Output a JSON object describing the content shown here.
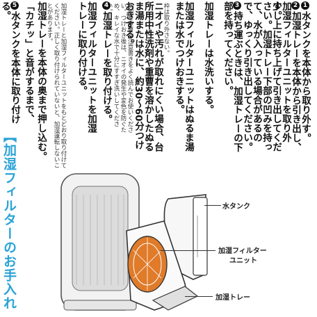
{
  "title": "【加湿フィルターのお手入れ方法】",
  "steps": [
    {
      "num": "1",
      "text": "水タンクを本体から取り外す。"
    },
    {
      "num": "2",
      "text": "加湿トレーを本体から引き出し、加湿フィルターユニットを取り外す。"
    },
    {
      "num": "",
      "text": "少し上に持ち上げて引き出してください。加湿トレー下部の凹みを持って、水が入っている場合があるので、ゆっくり引き出してください。"
    },
    {
      "num": "3",
      "text": "持ち運ぶときは、加湿トレーの下部を持ってください。"
    },
    {
      "num": "",
      "text": "加湿トレーは水洗いする。"
    },
    {
      "num": "",
      "text": "加湿フィルターユニットはぬるま湯または水でつけおきする。"
    },
    {
      "num": "",
      "text": "枠は取り外さない。",
      "small": true
    },
    {
      "num": "",
      "text": "ニオイや汚れが取れにくい場合、台所用中性洗剤や重曹を溶かしたぬるま湯または水に、約30～60分つけおきする。"
    },
    {
      "num": "",
      "text": "洗剤や重曹は注意書きをよく読んでお使いください。つけおき後は、ニオイの発生や変色を防ぐため、キレイな水で十分にすすぎ洗いしてください。",
      "small": true
    },
    {
      "num": "4",
      "text": "加湿トレーを取り付ける。"
    },
    {
      "num": "",
      "text": "加湿フィルターユニットを加湿トレーに取り付ける。"
    },
    {
      "num": "",
      "text": "加湿トレーと加湿フィルターユニットをもとどおり取り付けてください。正しく取り付けられていないと、加湿運転しないことがあります。",
      "small": true
    },
    {
      "num": "",
      "text": "加湿トレーを本体の奥まで押し込む。"
    },
    {
      "num": "",
      "text": "「カチッ」と音がするまで、"
    },
    {
      "num": "5",
      "text": "水タンクを本体に取り付ける。"
    }
  ],
  "labels": {
    "water_tank": "水タンク",
    "filter_unit_1": "加湿フィルター",
    "filter_unit_2": "ユニット",
    "tray": "加湿トレー"
  },
  "colors": {
    "accent": "#2aa3d7",
    "filter": "#e07b2a",
    "text": "#111111"
  }
}
